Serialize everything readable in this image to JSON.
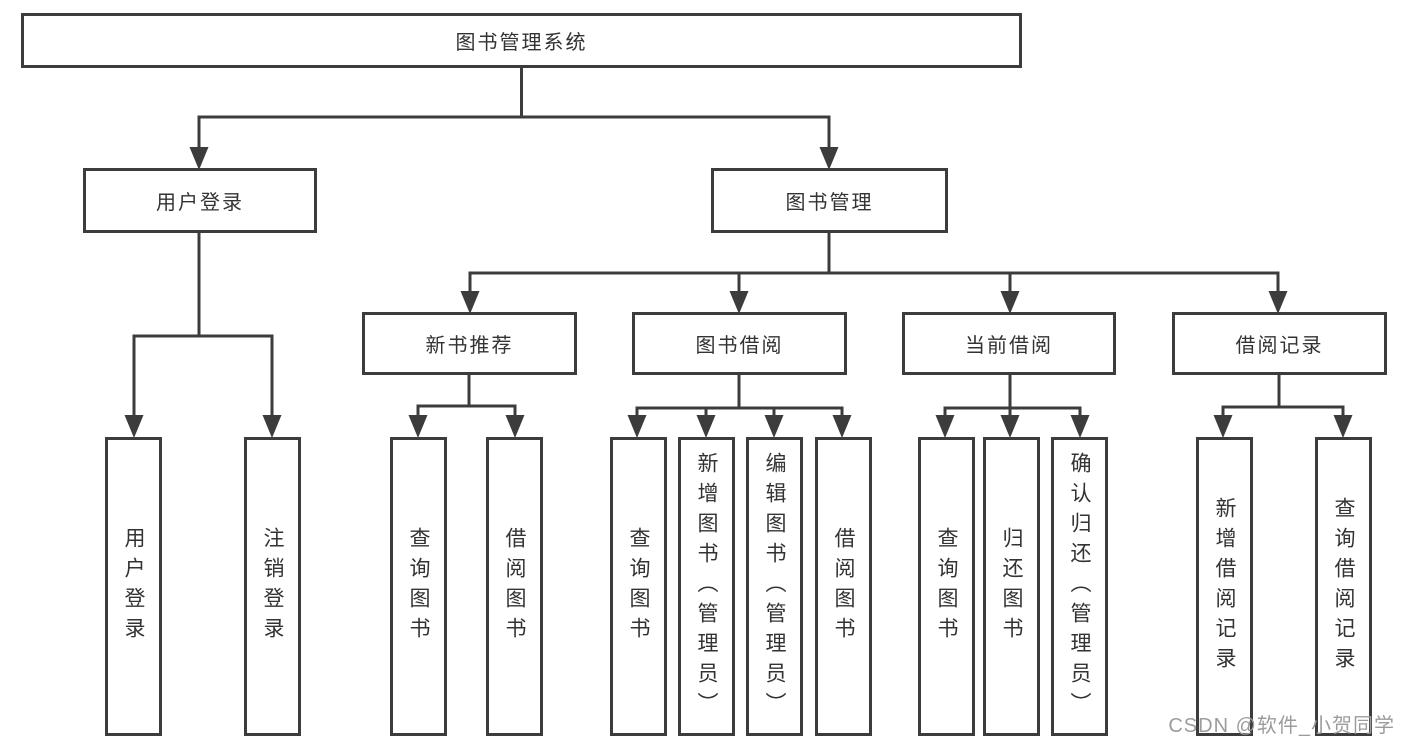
{
  "diagram": {
    "title_node": "图书管理系统",
    "level2": {
      "user_login": "用户登录",
      "book_management": "图书管理"
    },
    "level3": {
      "new_book_recommend": "新书推荐",
      "book_borrow": "图书借阅",
      "current_borrow": "当前借阅",
      "borrow_records": "借阅记录"
    },
    "leaves": {
      "user_login": "用户登录",
      "logout": "注销登录",
      "query_books_recommend": "查询图书",
      "borrow_books_recommend": "借阅图书",
      "query_books_borrow": "查询图书",
      "add_books_admin": "新增图书（管理员）",
      "edit_books_admin": "编辑图书（管理员）",
      "borrow_books_borrow": "借阅图书",
      "query_books_current": "查询图书",
      "return_books": "归还图书",
      "confirm_return_admin": "确认归还（管理员）",
      "add_borrow_record": "新增借阅记录",
      "query_borrow_record": "查询借阅记录"
    }
  },
  "watermark": "CSDN @软件_小贺同学",
  "colors": {
    "line": "#3c3c3c",
    "text": "#333333",
    "watermark_text": "#9c9c9c",
    "background": "#ffffff"
  }
}
